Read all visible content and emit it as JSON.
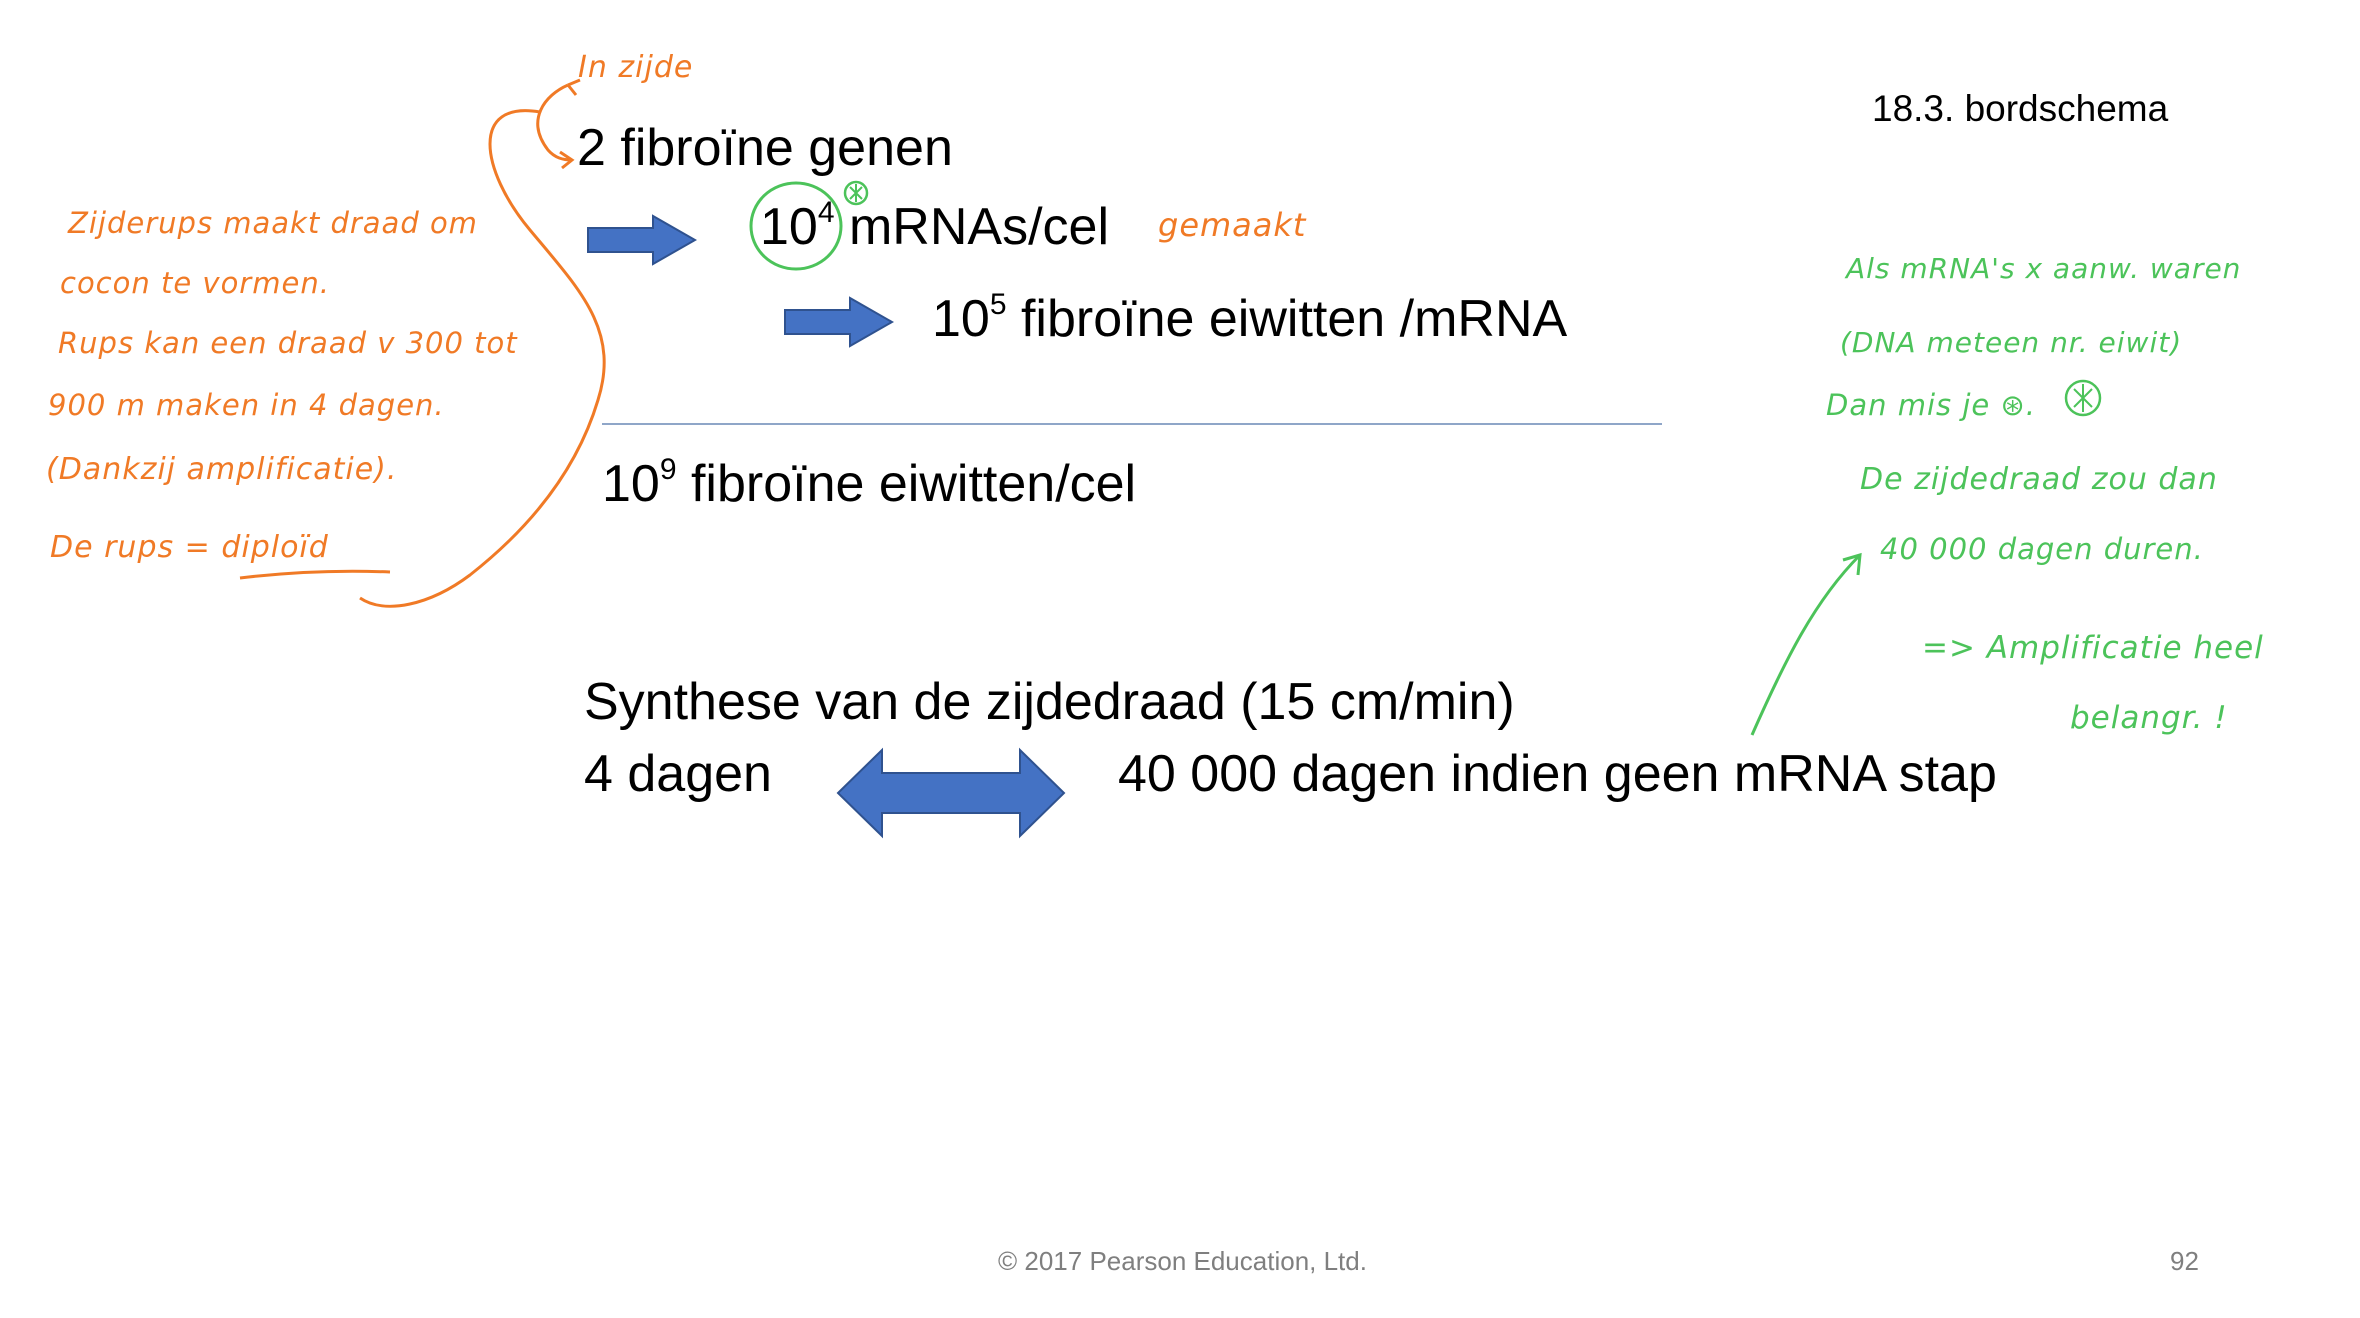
{
  "slide": {
    "title": "18.3. bordschema",
    "genes": "2 fibroïne genen",
    "mrna_base": "10",
    "mrna_exp": "4",
    "mrna_unit": "mRNAs/cel",
    "protein_base": "10",
    "protein_exp": "5",
    "protein_unit": "fibroïne eiwitten /mRNA",
    "total_base": "10",
    "total_exp": "9",
    "total_unit": "fibroïne eiwitten/cel",
    "synthesis": "Synthese van de zijdedraad (15 cm/min)",
    "days": "4 dagen",
    "days_alt": "40 000 dagen indien geen mRNA stap"
  },
  "annotations": {
    "orange": {
      "top": "In zijde",
      "gemaakt": "gemaakt",
      "lines": [
        "Zijderups maakt draad om",
        "cocon te vormen.",
        "Rups kan een draad v 300 tot",
        "900 m maken in 4 dagen.",
        "(Dankzij amplificatie).",
        "De rups = diploïd"
      ]
    },
    "green": {
      "lines": [
        "Als mRNA's x aanw. waren",
        "(DNA meteen nr. eiwit)",
        "Dan mis je ⊛.",
        "De zijdedraad zou dan",
        "40 000 dagen duren.",
        "=> Amplificatie heel",
        "belangr. !"
      ]
    },
    "colors": {
      "orange": "#f07a26",
      "green": "#4cc35a",
      "arrow": "#4472c4"
    }
  },
  "footer": {
    "copyright": "© 2017 Pearson Education, Ltd.",
    "page": "92"
  }
}
